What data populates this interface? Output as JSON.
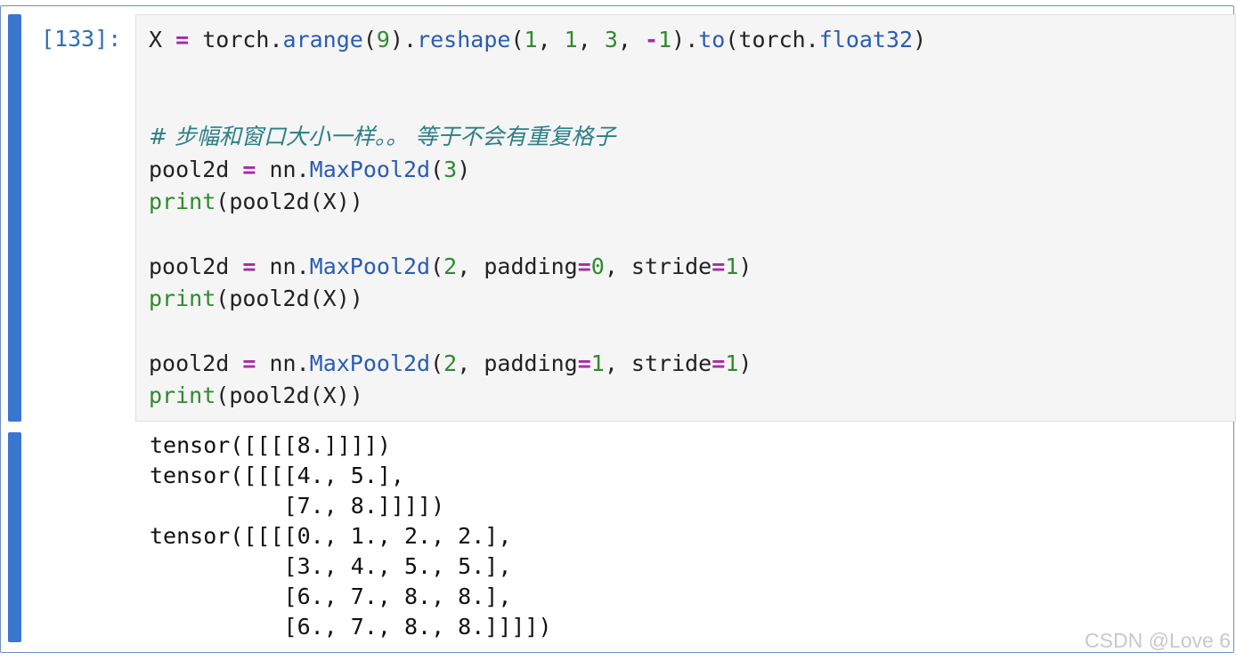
{
  "cell": {
    "prompt": "[133]:",
    "code": {
      "line1": {
        "a": "X ",
        "eq": "=",
        "b": " torch.",
        "fn1": "arange",
        "c": "(",
        "n1": "9",
        "d": ").",
        "fn2": "reshape",
        "e": "(",
        "n2": "1",
        "f": ", ",
        "n3": "1",
        "g": ", ",
        "n4": "3",
        "h": ", ",
        "neg": "-",
        "n5": "1",
        "i": ").",
        "fn3": "to",
        "j": "(torch.",
        "fn4": "float32",
        "k": ")"
      },
      "comment": "# 步幅和窗口大小一样。。 等于不会有重复格子",
      "line_pool1": {
        "a": "pool2d ",
        "eq": "=",
        "b": " nn.",
        "fn": "MaxPool2d",
        "c": "(",
        "n": "3",
        "d": ")"
      },
      "print1": {
        "kw": "print",
        "rest": "(pool2d(X))"
      },
      "line_pool2": {
        "a": "pool2d ",
        "eq": "=",
        "b": " nn.",
        "fn": "MaxPool2d",
        "c": "(",
        "n1": "2",
        "d": ", padding",
        "eq2": "=",
        "n2": "0",
        "e": ", stride",
        "eq3": "=",
        "n3": "1",
        "f": ")"
      },
      "print2": {
        "kw": "print",
        "rest": "(pool2d(X))"
      },
      "line_pool3": {
        "a": "pool2d ",
        "eq": "=",
        "b": " nn.",
        "fn": "MaxPool2d",
        "c": "(",
        "n1": "2",
        "d": ", padding",
        "eq2": "=",
        "n2": "1",
        "e": ", stride",
        "eq3": "=",
        "n3": "1",
        "f": ")"
      },
      "print3": {
        "kw": "print",
        "rest": "(pool2d(X))"
      }
    },
    "output": [
      "tensor([[[[8.]]]])",
      "tensor([[[[4., 5.],",
      "          [7., 8.]]]])",
      "tensor([[[[0., 1., 2., 2.],",
      "          [3., 4., 5., 5.],",
      "          [6., 7., 8., 8.],",
      "          [6., 7., 8., 8.]]]])"
    ]
  },
  "watermark": "CSDN @Love 6",
  "colors": {
    "collapser": "#3a76d0",
    "prompt": "#2f6fb5",
    "editor_bg": "#f5f5f5",
    "keyword": "#2f8a2f",
    "function": "#2a5db0",
    "operator": "#a42ca6",
    "comment": "#2c7e87"
  }
}
